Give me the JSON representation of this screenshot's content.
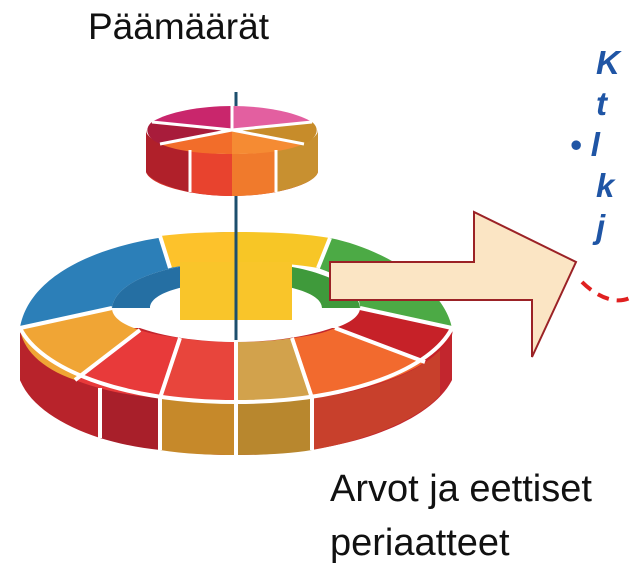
{
  "top_label": "Päämäärät",
  "bottom_label": {
    "line1": "Arvot ja eettiset",
    "line2": "periaatteet"
  },
  "right_fragment": {
    "lines": [
      "K",
      "t",
      "• l",
      "k",
      "j"
    ]
  },
  "colors": {
    "arrow_fill": "#fbe5c4",
    "arrow_stroke": "#9b2226",
    "bullet_text": "#1f55a5",
    "dashed_curve": "#e02020"
  }
}
